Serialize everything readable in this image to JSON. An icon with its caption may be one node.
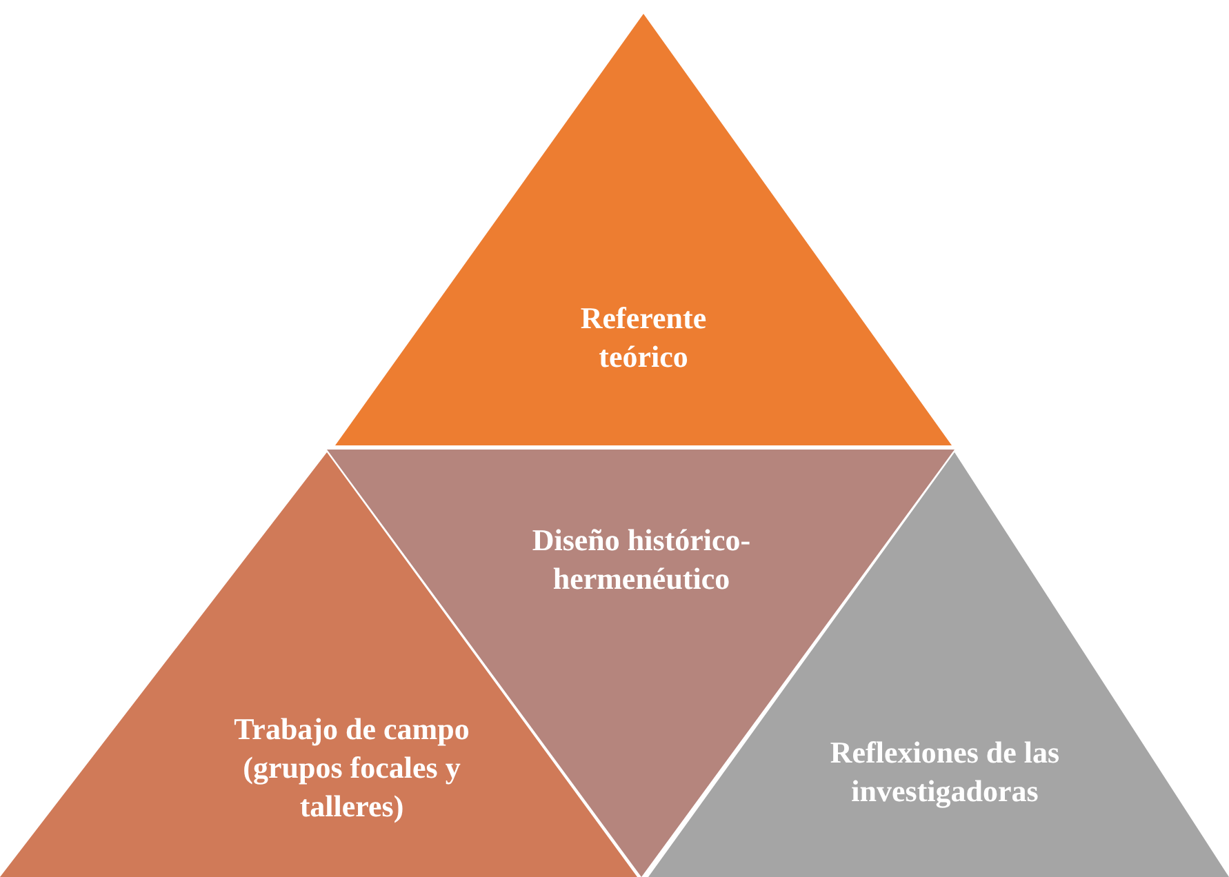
{
  "diagram": {
    "nodes": [
      {
        "text": [
          "Referente teórico"
        ]
      },
      {
        "text": [
          "Diseño histórico-hermenéutico"
        ]
      },
      {
        "text": [
          "Trabajo de campo (grupos focales y talleres)"
        ]
      },
      {
        "text": [
          "Reflexiones de las investigadoras"
        ]
      }
    ]
  }
}
